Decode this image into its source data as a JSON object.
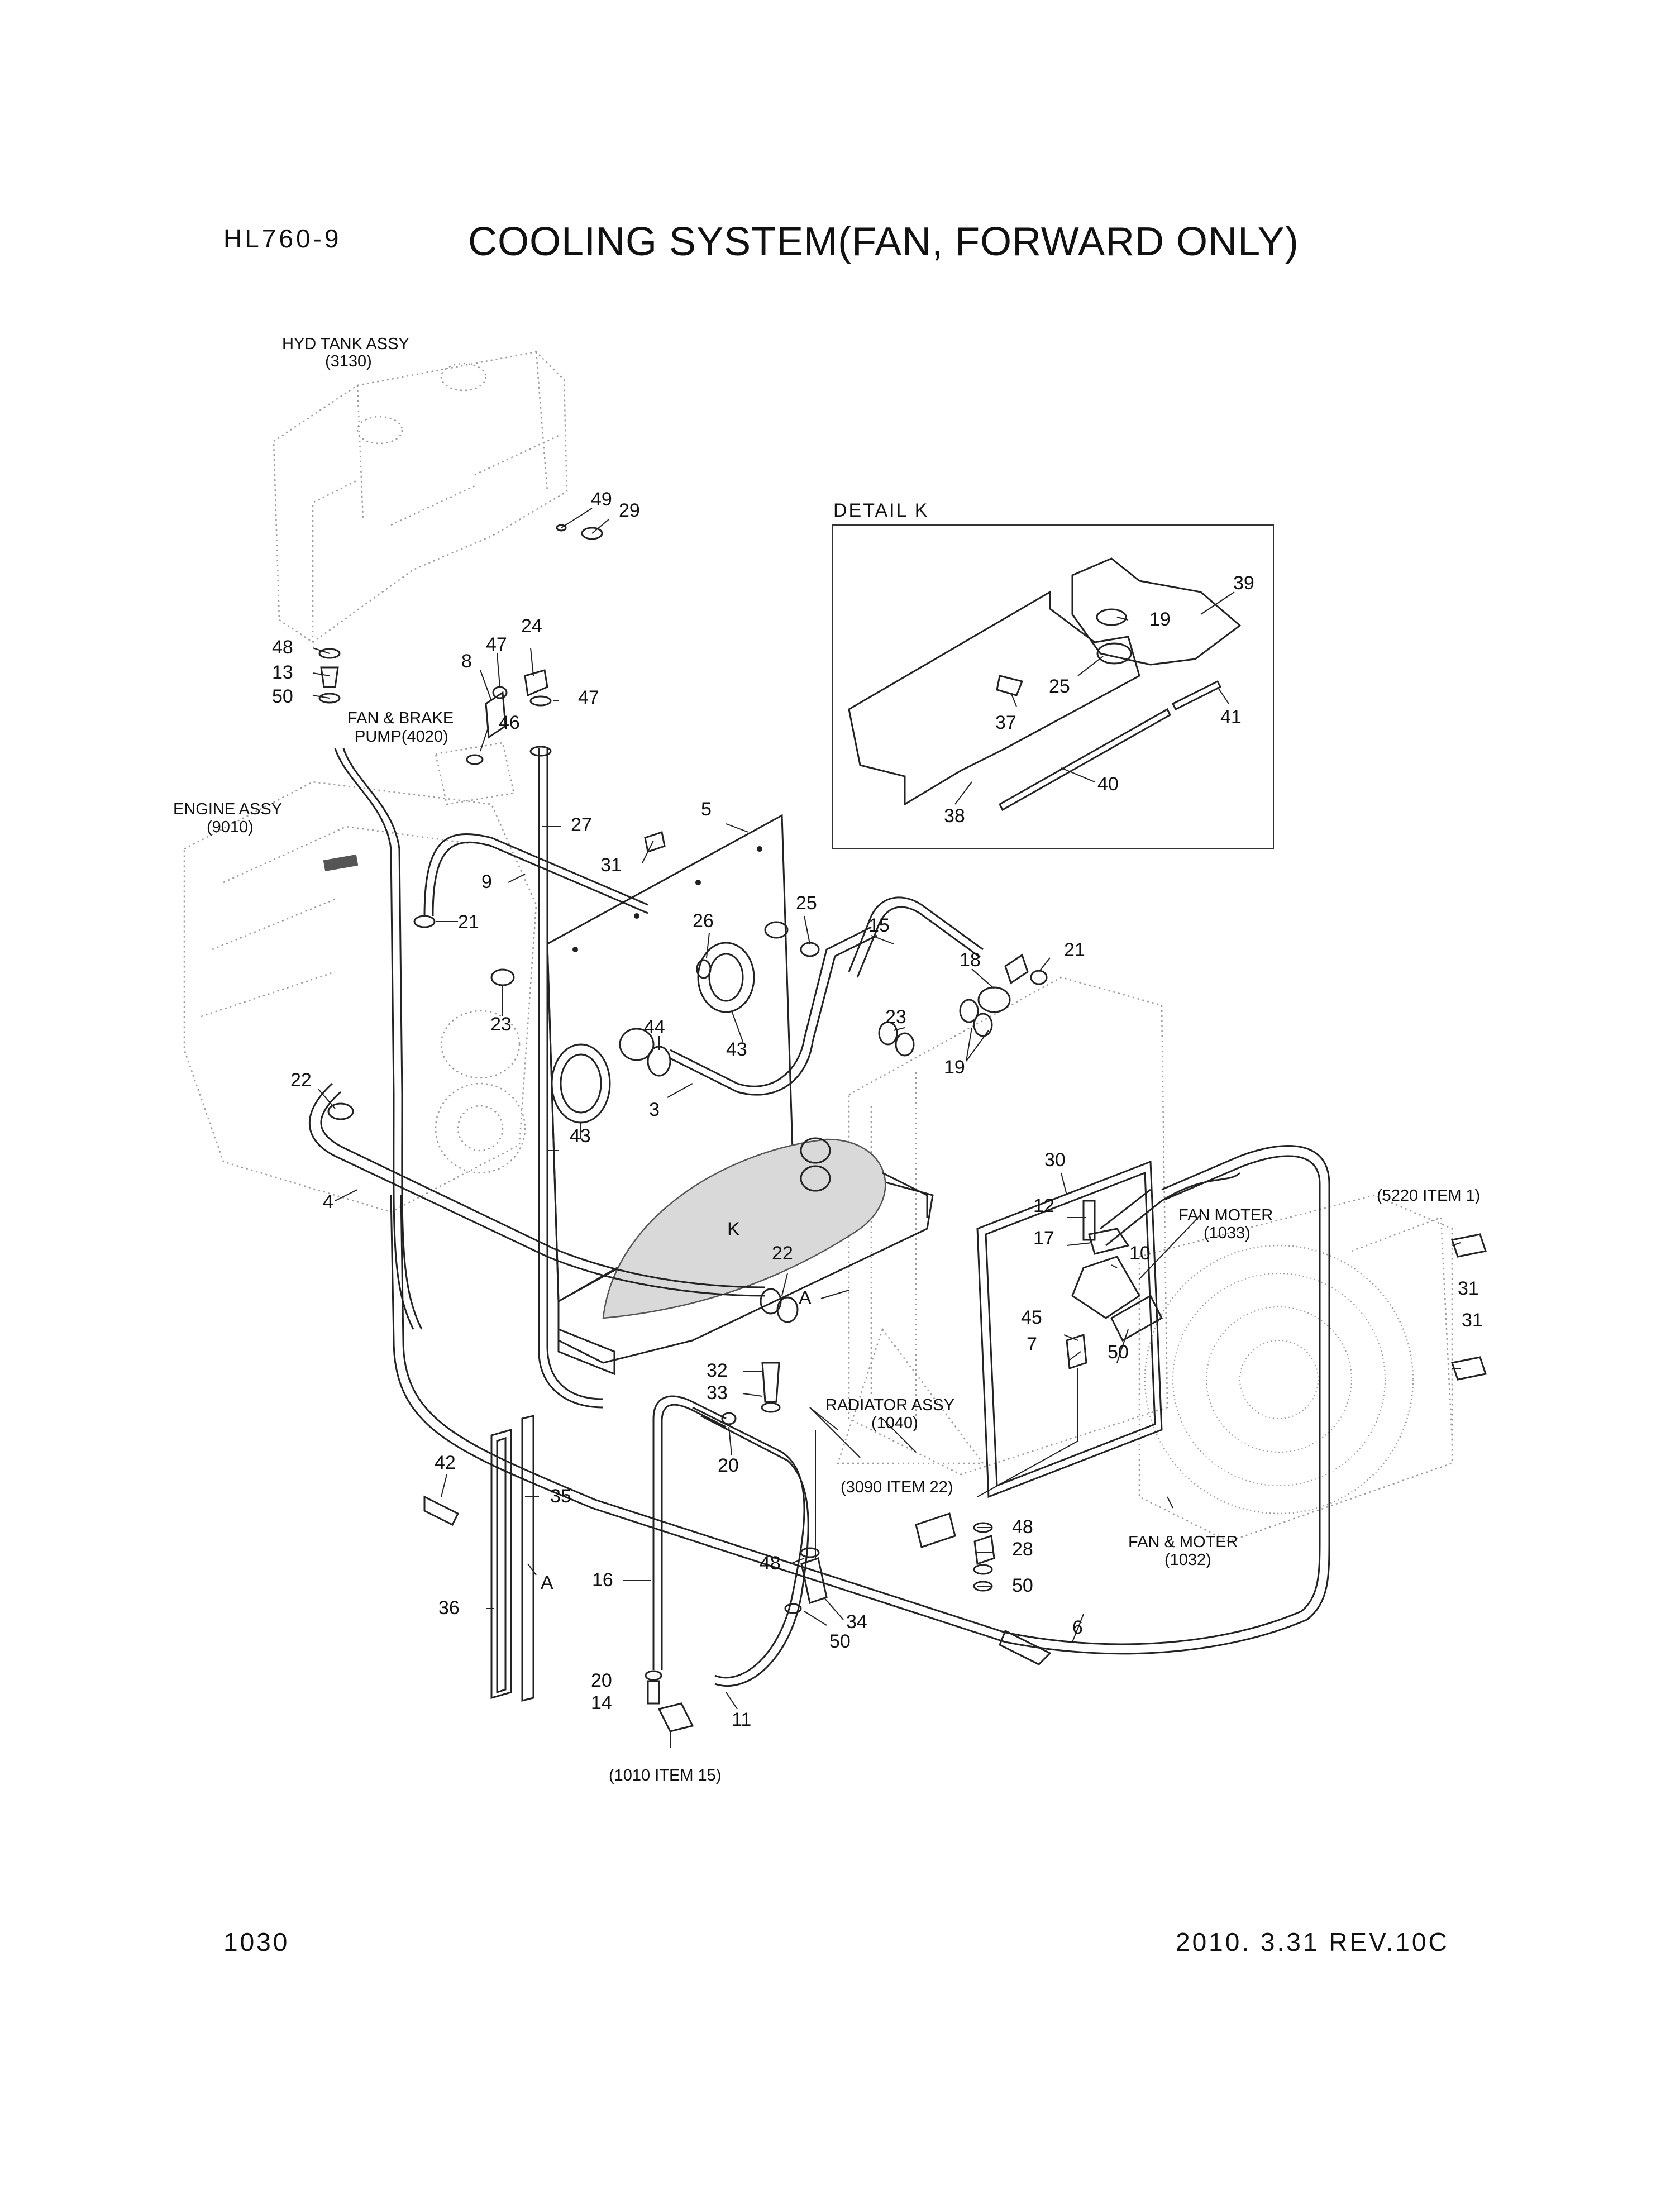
{
  "header": {
    "model": "HL760-9",
    "title": "COOLING SYSTEM(FAN, FORWARD ONLY)"
  },
  "footer": {
    "page": "1030",
    "revision": "2010. 3.31  REV.10C"
  },
  "detail": {
    "title": "DETAIL K"
  },
  "notes": {
    "hyd_tank": [
      "HYD TANK ASSY",
      "(3130)"
    ],
    "engine": [
      "ENGINE ASSY",
      "(9010)"
    ],
    "pump": [
      "FAN & BRAKE",
      "PUMP(4020)"
    ],
    "radiator": [
      "RADIATOR ASSY",
      "(1040)"
    ],
    "fan_moter": [
      "FAN MOTER",
      "(1033)"
    ],
    "fan_motor_assy": [
      "FAN & MOTER",
      "(1032)"
    ],
    "item_5220": "(5220 ITEM 1)",
    "item_3090": "(3090 ITEM 22)",
    "item_1010": "(1010 ITEM 15)"
  },
  "callouts": {
    "c49": "49",
    "c29": "29",
    "c48a": "48",
    "c13": "13",
    "c50a": "50",
    "c8": "8",
    "c47a": "47",
    "c24": "24",
    "c47b": "47",
    "c46": "46",
    "c27": "27",
    "c5": "5",
    "c31a": "31",
    "c9": "9",
    "c21a": "21",
    "c25a": "25",
    "c26": "26",
    "c15": "15",
    "c21b": "21",
    "c18": "18",
    "c23a": "23",
    "c44": "44",
    "c23b": "23",
    "c19a": "19",
    "c43a": "43",
    "c43b": "43",
    "c3": "3",
    "c22a": "22",
    "c4": "4",
    "c30": "30",
    "c12": "12",
    "c17": "17",
    "c10": "10",
    "c31b": "31",
    "c31c": "31",
    "c45": "45",
    "c7": "7",
    "c50b": "50",
    "cK": "K",
    "c22b": "22",
    "cA1": "A",
    "c32": "32",
    "c33": "33",
    "c20a": "20",
    "c42": "42",
    "c35": "35",
    "cA2": "A",
    "c36": "36",
    "c16": "16",
    "c48b": "48",
    "c34": "34",
    "c50c": "50",
    "c20b": "20",
    "c14": "14",
    "c11": "11",
    "c48c": "48",
    "c28": "28",
    "c50d": "50",
    "c6": "6",
    "c39": "39",
    "c19b": "19",
    "c25b": "25",
    "c37": "37",
    "c41": "41",
    "c40": "40",
    "c38": "38"
  }
}
